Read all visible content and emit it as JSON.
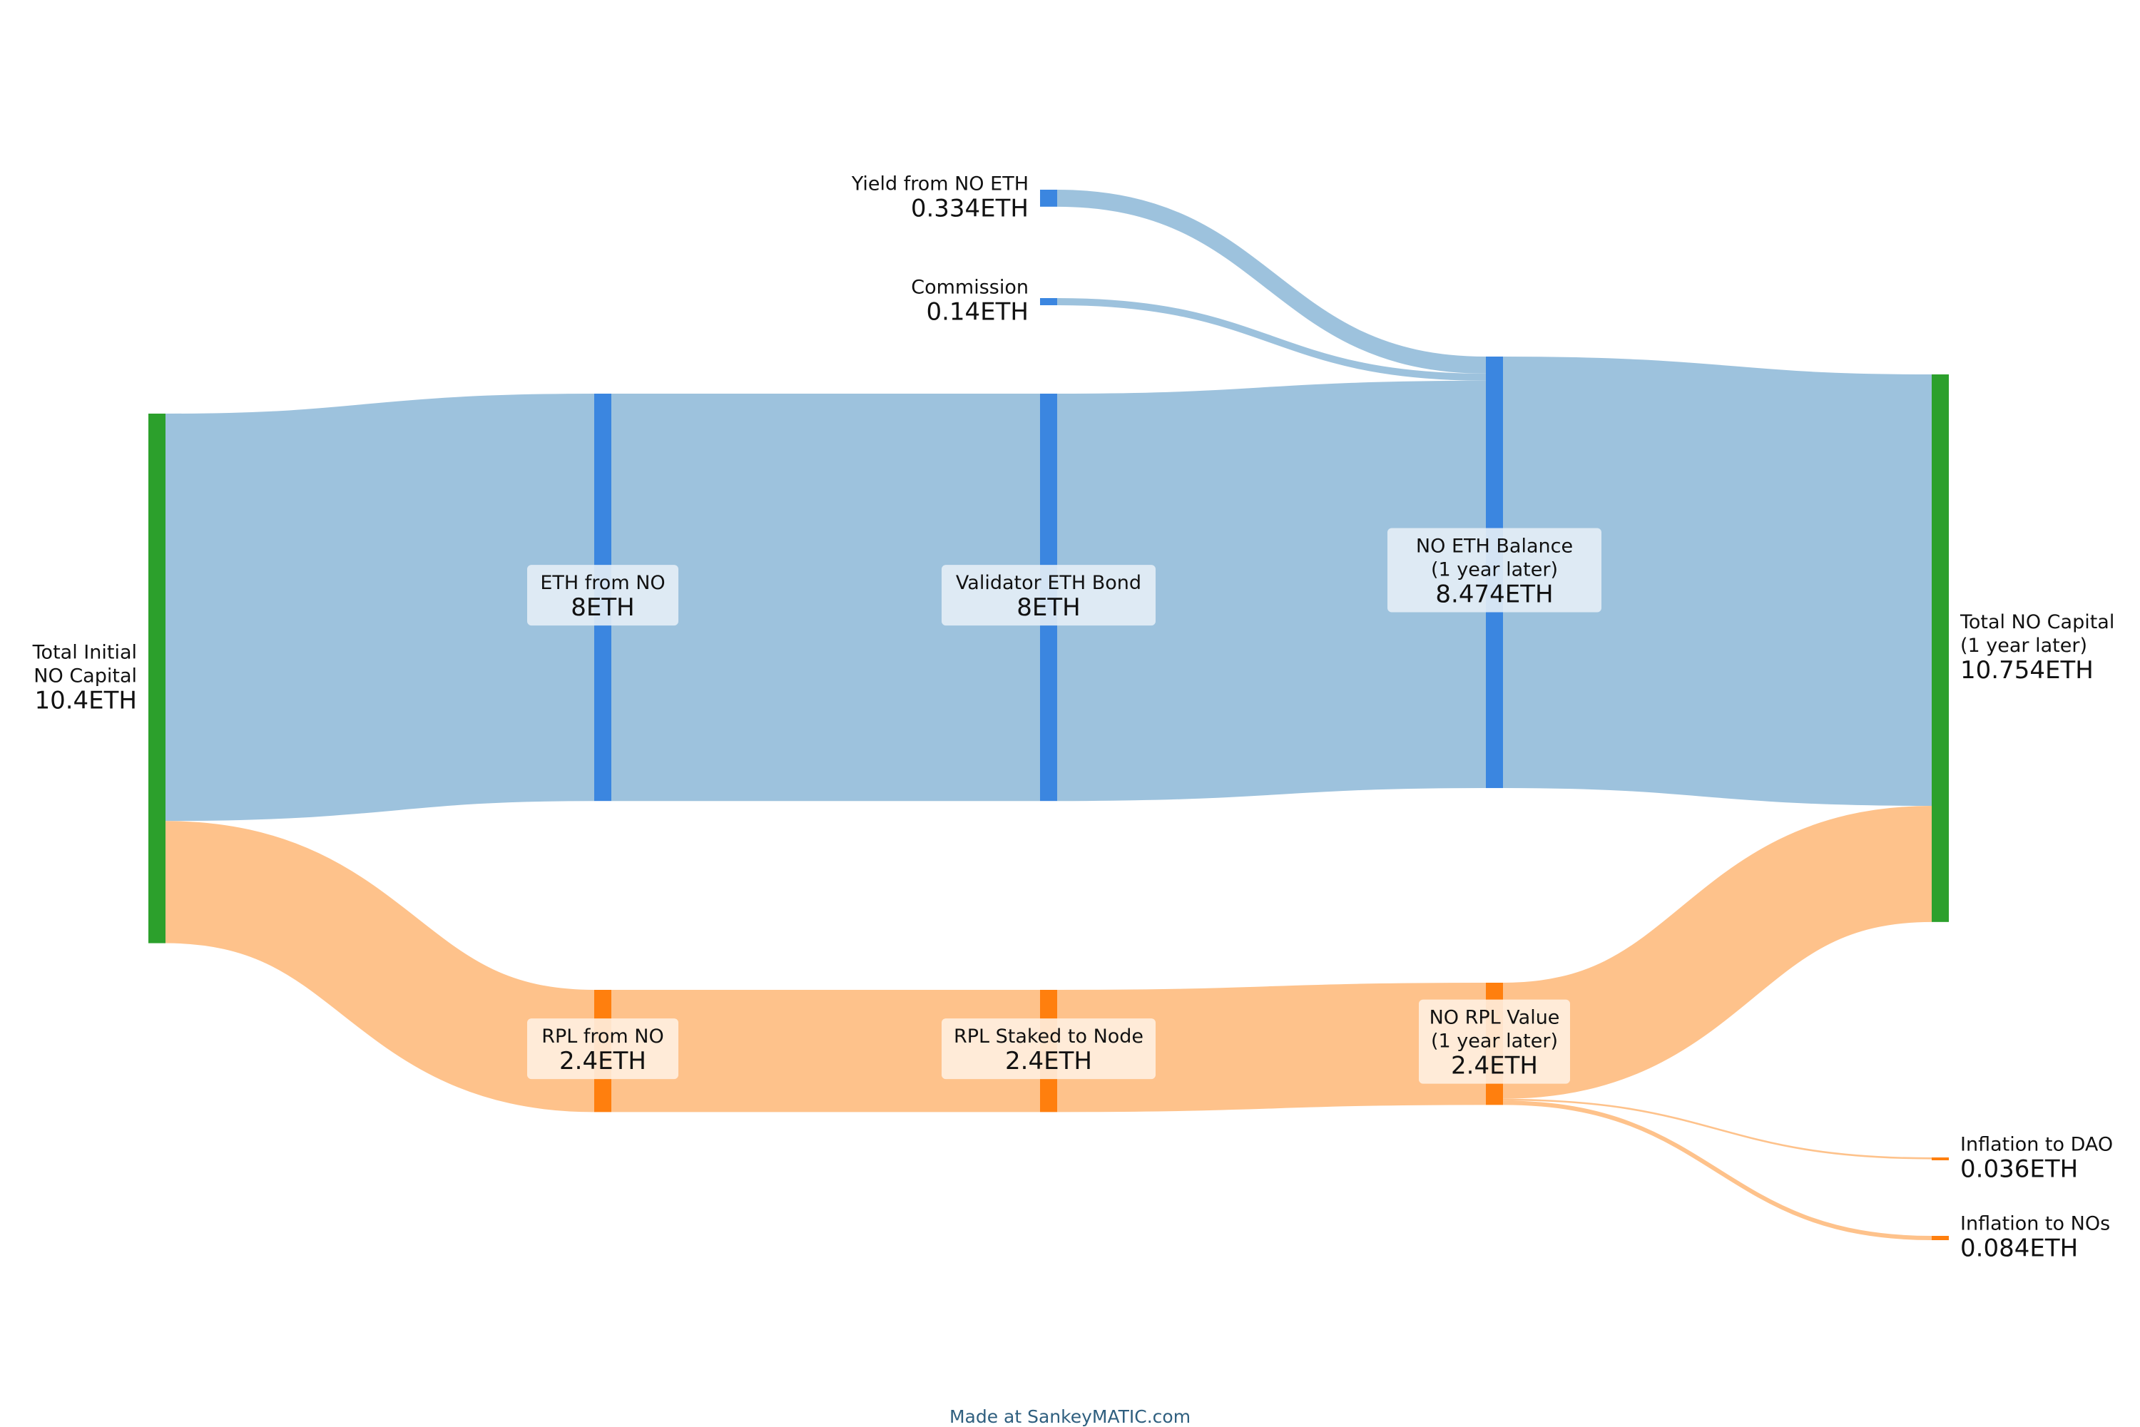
{
  "unit": "ETH",
  "colors": {
    "node_total": "#2ca02c",
    "node_eth": "#3b86e0",
    "node_rpl": "#ff7f0e",
    "flow_eth": "#9dc2dd",
    "flow_rpl": "#fec28b",
    "label_bg_eth": "#e6eef6",
    "label_bg_rpl": "#fff0e0"
  },
  "nodes": [
    {
      "id": "total_initial",
      "lines": [
        "Total Initial",
        "NO Capital"
      ],
      "value_text": "10.4ETH",
      "value": 10.4,
      "color": "node_total"
    },
    {
      "id": "eth_from_no",
      "lines": [
        "ETH from NO"
      ],
      "value_text": "8ETH",
      "value": 8,
      "color": "node_eth",
      "label_bg": "label_bg_eth"
    },
    {
      "id": "rpl_from_no",
      "lines": [
        "RPL from NO"
      ],
      "value_text": "2.4ETH",
      "value": 2.4,
      "color": "node_rpl",
      "label_bg": "label_bg_rpl"
    },
    {
      "id": "yield_no_eth",
      "lines": [
        "Yield from NO ETH"
      ],
      "value_text": "0.334ETH",
      "value": 0.334,
      "color": "node_eth"
    },
    {
      "id": "commission",
      "lines": [
        "Commission"
      ],
      "value_text": "0.14ETH",
      "value": 0.14,
      "color": "node_eth"
    },
    {
      "id": "validator_bond",
      "lines": [
        "Validator ETH Bond"
      ],
      "value_text": "8ETH",
      "value": 8,
      "color": "node_eth",
      "label_bg": "label_bg_eth"
    },
    {
      "id": "rpl_staked",
      "lines": [
        "RPL Staked to Node"
      ],
      "value_text": "2.4ETH",
      "value": 2.4,
      "color": "node_rpl",
      "label_bg": "label_bg_rpl"
    },
    {
      "id": "no_eth_balance",
      "lines": [
        "NO ETH Balance",
        "(1 year later)"
      ],
      "value_text": "8.474ETH",
      "value": 8.474,
      "color": "node_eth",
      "label_bg": "label_bg_eth"
    },
    {
      "id": "no_rpl_value",
      "lines": [
        "NO RPL Value",
        "(1 year later)"
      ],
      "value_text": "2.4ETH",
      "value": 2.4,
      "color": "node_rpl",
      "label_bg": "label_bg_rpl"
    },
    {
      "id": "total_later",
      "lines": [
        "Total NO Capital",
        "(1 year later)"
      ],
      "value_text": "10.754ETH",
      "value": 10.754,
      "color": "node_total"
    },
    {
      "id": "inflation_dao",
      "lines": [
        "Inflation to DAO"
      ],
      "value_text": "0.036ETH",
      "value": 0.036,
      "color": "node_rpl"
    },
    {
      "id": "inflation_nos",
      "lines": [
        "Inflation to NOs"
      ],
      "value_text": "0.084ETH",
      "value": 0.084,
      "color": "node_rpl"
    }
  ],
  "flows": [
    {
      "from": "total_initial",
      "to": "eth_from_no",
      "value": 8,
      "color": "flow_eth"
    },
    {
      "from": "total_initial",
      "to": "rpl_from_no",
      "value": 2.4,
      "color": "flow_rpl"
    },
    {
      "from": "eth_from_no",
      "to": "validator_bond",
      "value": 8,
      "color": "flow_eth"
    },
    {
      "from": "rpl_from_no",
      "to": "rpl_staked",
      "value": 2.4,
      "color": "flow_rpl"
    },
    {
      "from": "yield_no_eth",
      "to": "no_eth_balance",
      "value": 0.334,
      "color": "flow_eth"
    },
    {
      "from": "commission",
      "to": "no_eth_balance",
      "value": 0.14,
      "color": "flow_eth"
    },
    {
      "from": "validator_bond",
      "to": "no_eth_balance",
      "value": 8,
      "color": "flow_eth"
    },
    {
      "from": "rpl_staked",
      "to": "no_rpl_value",
      "value": 2.4,
      "color": "flow_rpl"
    },
    {
      "from": "no_eth_balance",
      "to": "total_later",
      "value": 8.474,
      "color": "flow_eth"
    },
    {
      "from": "no_rpl_value",
      "to": "total_later",
      "value": 2.28,
      "color": "flow_rpl"
    },
    {
      "from": "no_rpl_value",
      "to": "inflation_dao",
      "value": 0.036,
      "color": "flow_rpl"
    },
    {
      "from": "no_rpl_value",
      "to": "inflation_nos",
      "value": 0.084,
      "color": "flow_rpl"
    }
  ],
  "credit": "Made at SankeyMATIC.com"
}
